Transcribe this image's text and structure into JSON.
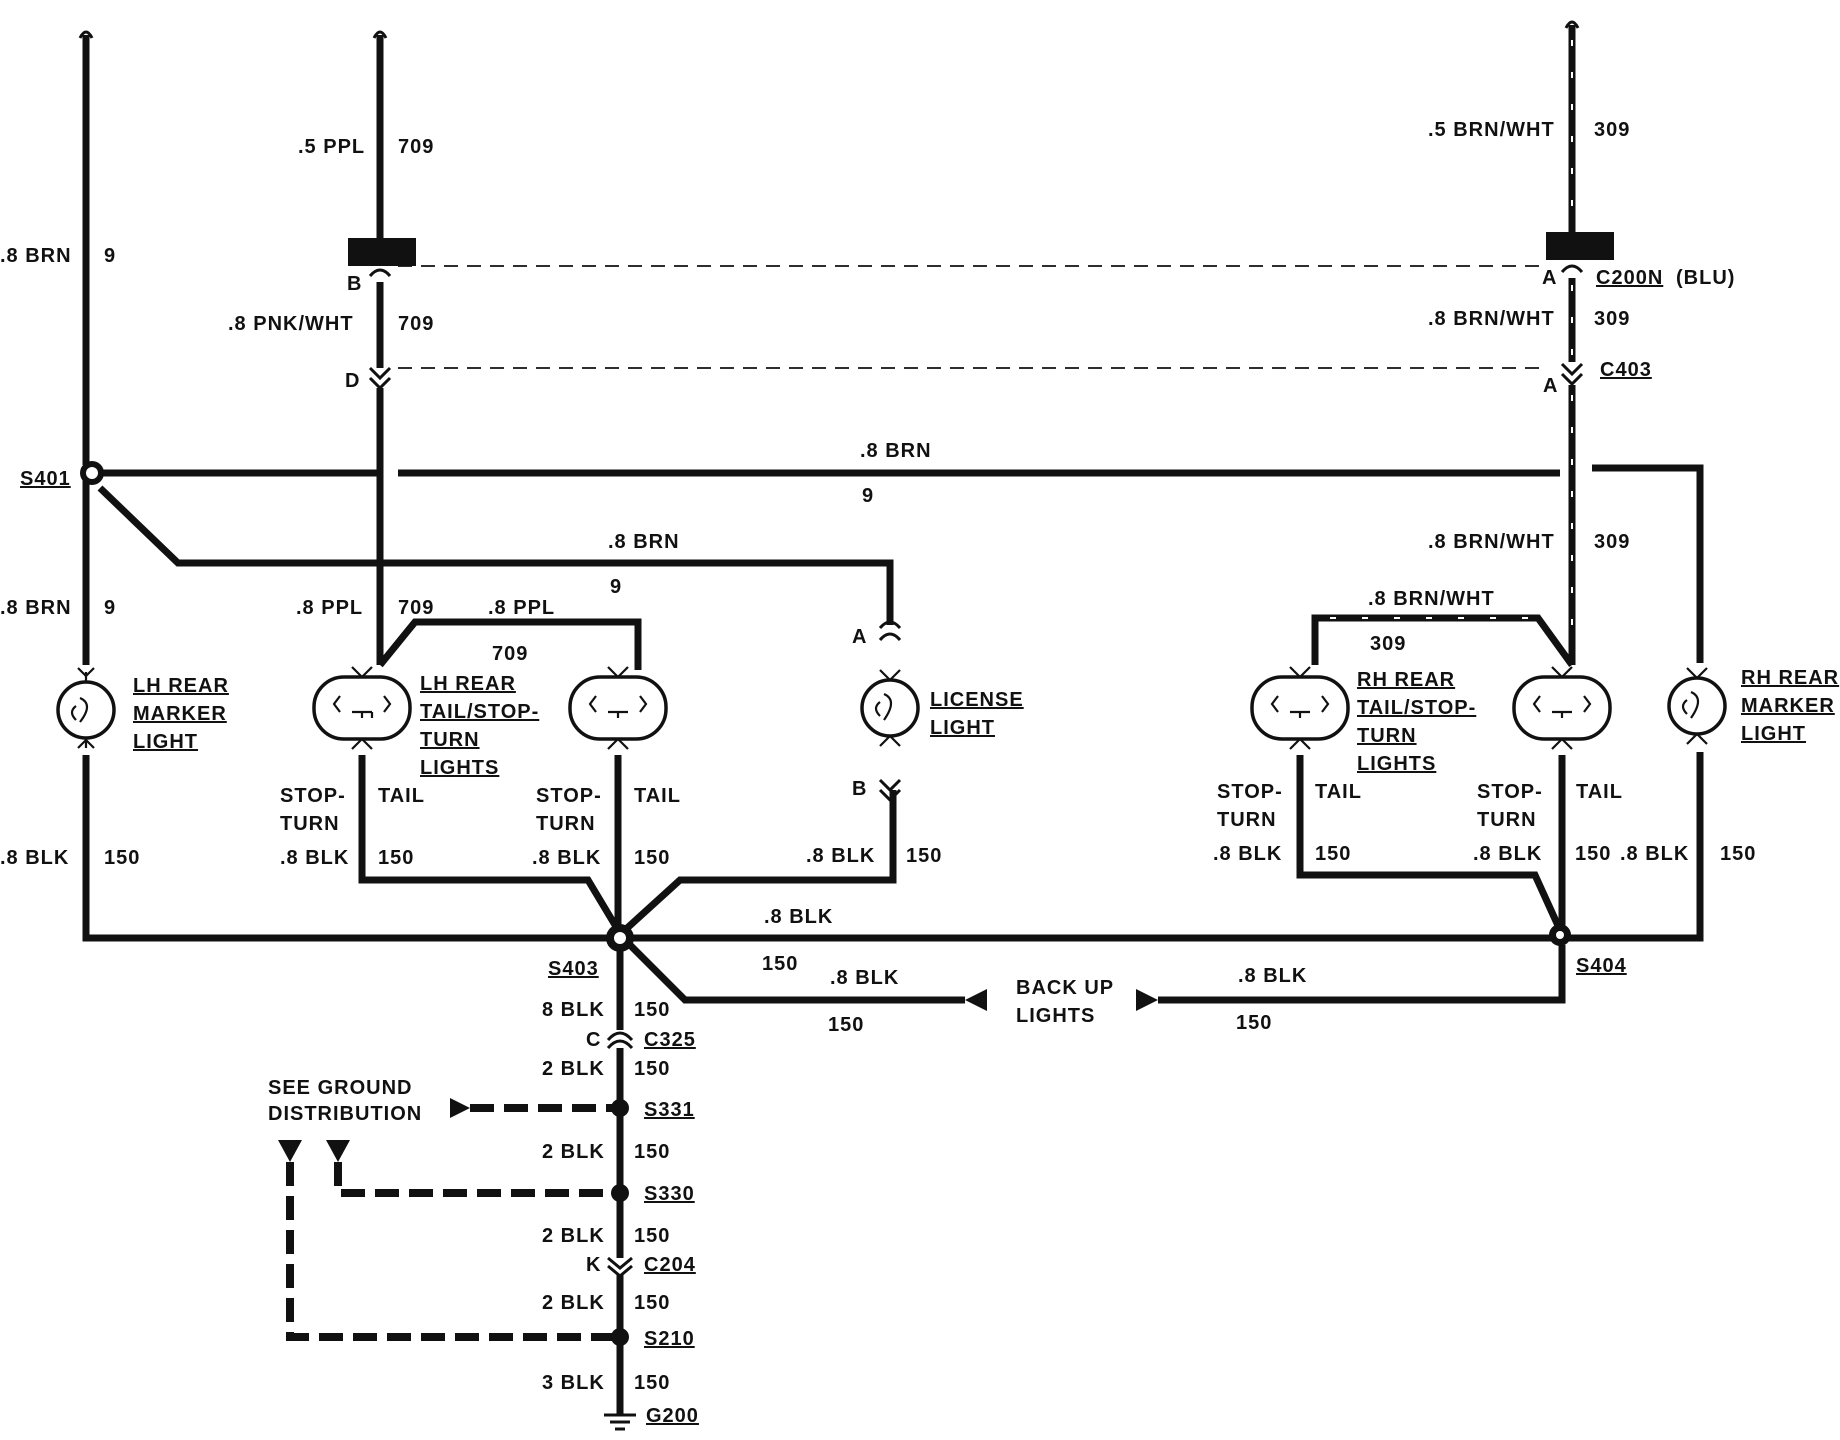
{
  "wires": {
    "brn9_top": {
      "size": ".8 BRN",
      "circuit": "9"
    },
    "ppl709_top": {
      "size": ".5 PPL",
      "circuit": "709"
    },
    "pnkwht709": {
      "size": ".8 PNK/WHT",
      "circuit": "709"
    },
    "brnwht309_top": {
      "size": ".5 BRN/WHT",
      "circuit": "309"
    },
    "brnwht309_mid": {
      "size": ".8 BRN/WHT",
      "circuit": "309"
    },
    "brn9_bus": {
      "size": ".8 BRN",
      "circuit": "9"
    },
    "brn9_license": {
      "size": ".8 BRN",
      "circuit": "9"
    },
    "brn9_lhmarker": {
      "size": ".8 BRN",
      "circuit": "9"
    },
    "ppl709_lh": {
      "size": ".8 PPL",
      "circuit": "709"
    },
    "ppl709_lh2": {
      "size": ".8 PPL",
      "circuit": "709"
    },
    "brnwht309_low": {
      "size": ".8 BRN/WHT",
      "circuit": "309"
    },
    "brnwht309_rh2": {
      "size": ".8 BRN/WHT",
      "circuit": "309"
    },
    "blk150_lhmarker": {
      "size": ".8 BLK",
      "circuit": "150"
    },
    "blk150_lh1": {
      "size": ".8 BLK",
      "circuit": "150"
    },
    "blk150_lh2": {
      "size": ".8 BLK",
      "circuit": "150"
    },
    "blk150_license": {
      "size": ".8 BLK",
      "circuit": "150"
    },
    "blk150_bus": {
      "size": ".8 BLK",
      "circuit": "150"
    },
    "blk150_rh1": {
      "size": ".8 BLK",
      "circuit": "150"
    },
    "blk150_rh2": {
      "size": ".8 BLK",
      "circuit": "150"
    },
    "blk150_rhmarker": {
      "size": ".8 BLK",
      "circuit": "150"
    },
    "blk150_backup_l": {
      "size": ".8 BLK",
      "circuit": "150"
    },
    "blk150_backup_r": {
      "size": ".8 BLK",
      "circuit": "150"
    },
    "blk150_s403_c325": {
      "size": "8 BLK",
      "circuit": "150"
    },
    "blk150_c325_s331": {
      "size": "2 BLK",
      "circuit": "150"
    },
    "blk150_s331_s330": {
      "size": "2 BLK",
      "circuit": "150"
    },
    "blk150_s330_c204": {
      "size": "2 BLK",
      "circuit": "150"
    },
    "blk150_c204_s210": {
      "size": "2 BLK",
      "circuit": "150"
    },
    "blk150_s210_g200": {
      "size": "3 BLK",
      "circuit": "150"
    }
  },
  "connectors": {
    "c200n": "C200N",
    "c200n_color": "(BLU)",
    "c403": "C403",
    "c325": "C325",
    "c204": "C204",
    "pins": {
      "b": "B",
      "a": "A",
      "d": "D",
      "a2": "A",
      "la": "A",
      "lb": "B",
      "c": "C",
      "k": "K"
    }
  },
  "splices": {
    "s401": "S401",
    "s403": "S403",
    "s404": "S404",
    "s331": "S331",
    "s330": "S330",
    "s210": "S210"
  },
  "ground": "G200",
  "components": {
    "lh_marker": [
      "LH REAR",
      "MARKER",
      "LIGHT"
    ],
    "lh_tail": [
      "LH REAR",
      "TAIL/STOP-",
      "TURN",
      "LIGHTS"
    ],
    "license": [
      "LICENSE",
      "LIGHT"
    ],
    "rh_tail": [
      "RH REAR",
      "TAIL/STOP-",
      "TURN",
      "LIGHTS"
    ],
    "rh_marker": [
      "RH REAR",
      "MARKER",
      "LIGHT"
    ]
  },
  "functions": {
    "stop1": "STOP-",
    "turn1": "TURN",
    "tail1": "TAIL",
    "stop2": "STOP-",
    "turn2": "TURN",
    "tail2": "TAIL",
    "stop3": "STOP-",
    "turn3": "TURN",
    "tail3": "TAIL",
    "stop4": "STOP-",
    "turn4": "TURN",
    "tail4": "TAIL"
  },
  "notes": {
    "backup": [
      "BACK UP",
      "LIGHTS"
    ],
    "ground_dist": [
      "SEE GROUND",
      "DISTRIBUTION"
    ]
  },
  "colors": {
    "ink": "#111111",
    "paper": "#ffffff"
  }
}
